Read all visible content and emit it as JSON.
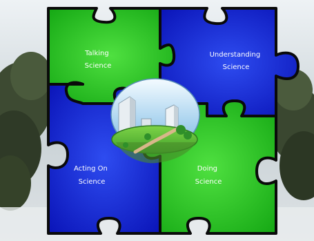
{
  "pieces": [
    {
      "id": "talking",
      "lines": [
        "Talking",
        "Science"
      ],
      "color": "#1fbf1c"
    },
    {
      "id": "understanding",
      "lines": [
        "Understanding",
        "Science"
      ],
      "color": "#1226d8"
    },
    {
      "id": "acting",
      "lines": [
        "Acting On",
        "Science"
      ],
      "color": "#1432d0"
    },
    {
      "id": "doing",
      "lines": [
        "Doing",
        "Science"
      ],
      "color": "#26d420"
    }
  ],
  "colors": {
    "outline": "#0a0a0a",
    "label": "#ffffff",
    "sky": "#9ec7e8",
    "grass": "#5fbf3a",
    "path": "#d8b78a"
  },
  "icons": {
    "centerpiece": "city-island-icon"
  }
}
